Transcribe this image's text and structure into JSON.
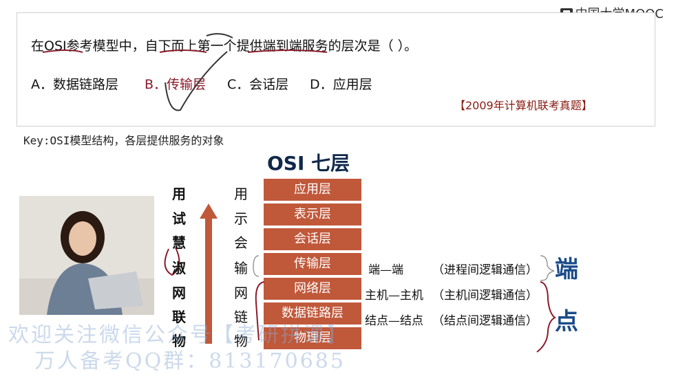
{
  "logo": {
    "text": "中国大学MOOC"
  },
  "question": {
    "text": "在OSI参考模型中，自下而上第一个提供端到端服务的层次是（   ）。",
    "options": [
      "A．数据链路层",
      "B．传输层",
      "C．会话层",
      "D．应用层"
    ],
    "source": "【2009年计算机联考真题】"
  },
  "key": "Key:OSI模型结构，各层提供服务的对象",
  "diagram": {
    "title": "OSI  七层",
    "mnemonic": [
      "用",
      "试",
      "慧",
      "淑",
      "网",
      "联",
      "物"
    ],
    "initials": [
      "用",
      "示",
      "会",
      "输",
      "网",
      "链",
      "物"
    ],
    "layers": [
      "应用层",
      "表示层",
      "会话层",
      "传输层",
      "网络层",
      "数据链路层",
      "物理层"
    ],
    "descriptions": [
      {
        "left": "端—端",
        "right": "（进程间逻辑通信）"
      },
      {
        "left": "主机—主机",
        "right": "（主机间逻辑通信）"
      },
      {
        "left": "结点—结点",
        "right": "（结点间逻辑通信）"
      }
    ],
    "labels": [
      "端",
      "点"
    ]
  },
  "watermark": {
    "line1": "欢迎关注微信公众号【考研拼课】",
    "line2": "万人备考QQ群：813170685"
  },
  "colors": {
    "layer": "#c0583a",
    "accent_red": "#8a1a2a",
    "title": "#10284a",
    "big_label": "#1a4c8a"
  }
}
